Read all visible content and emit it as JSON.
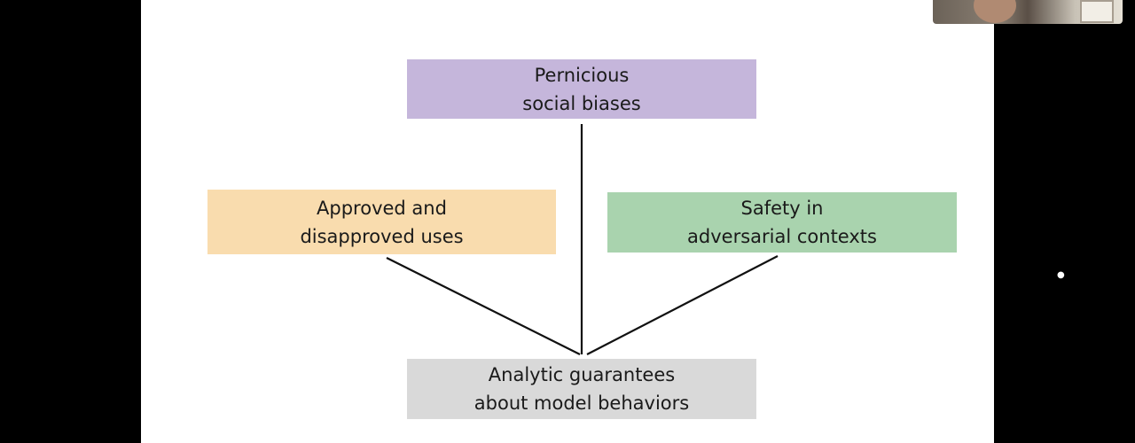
{
  "diagram": {
    "nodes": {
      "top": {
        "lines": [
          "Pernicious",
          "social biases"
        ],
        "color": "#c5b6db"
      },
      "left": {
        "lines": [
          "Approved and",
          "disapproved uses"
        ],
        "color": "#f9dcae"
      },
      "right": {
        "lines": [
          "Safety in",
          "adversarial contexts"
        ],
        "color": "#a9d3ae"
      },
      "bottom": {
        "lines": [
          "Analytic guarantees",
          "about model behaviors"
        ],
        "color": "#d9d9d9"
      }
    },
    "edges": [
      {
        "from": "top",
        "to": "bottom"
      },
      {
        "from": "left",
        "to": "bottom"
      },
      {
        "from": "right",
        "to": "bottom"
      }
    ],
    "edge_color": "#111111"
  },
  "overlay": {
    "webcam": {
      "label": ""
    },
    "cursor_icon": "pointer-cursor-icon"
  }
}
